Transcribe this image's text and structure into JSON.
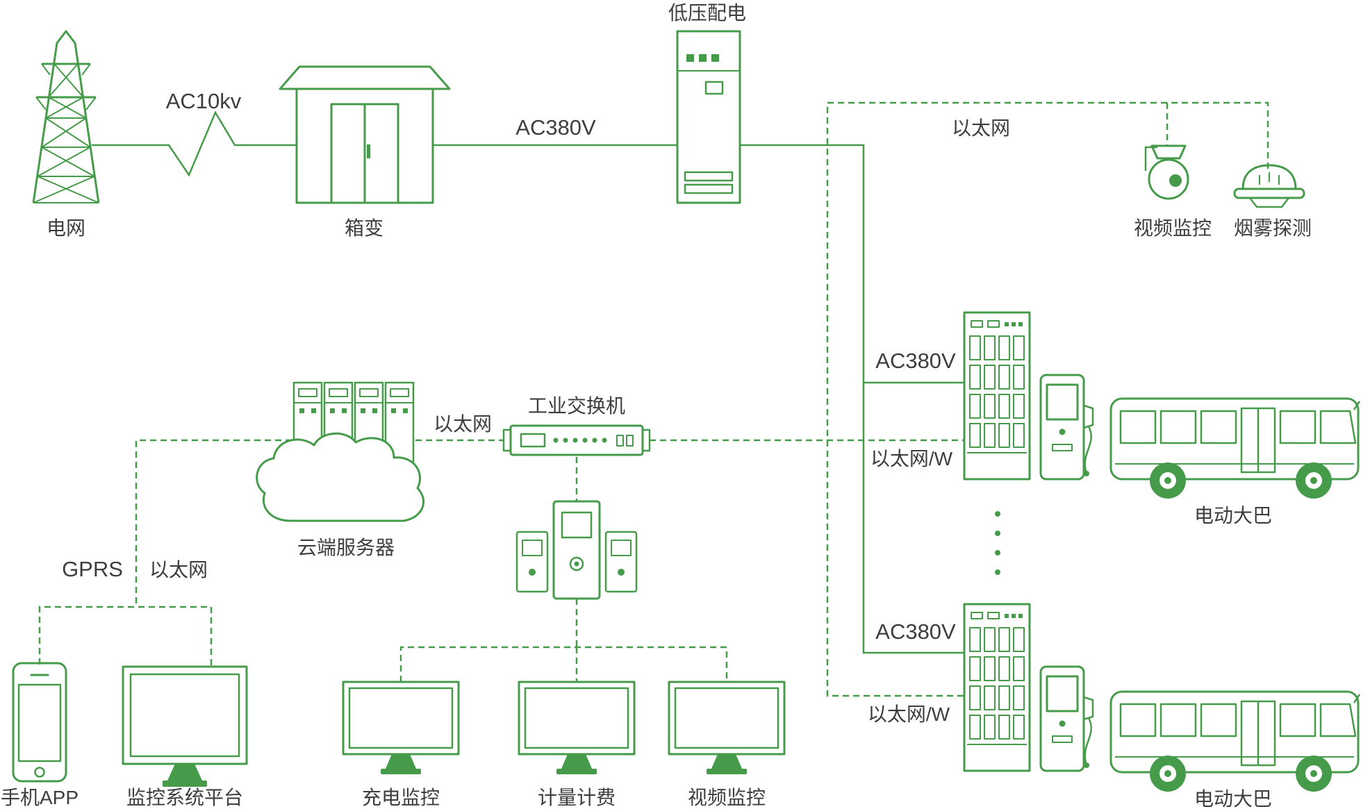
{
  "colors": {
    "line": "#459b49",
    "text": "#3d3d3d",
    "bg": "#ffffff"
  },
  "power_chain": {
    "grid_label": "电网",
    "ac10kv_label": "AC10kv",
    "transformer_label": "箱变",
    "ac380v_label": "AC380V",
    "lv_distribution_label": "低压配电"
  },
  "security": {
    "ethernet_label": "以太网",
    "camera_label": "视频监控",
    "smoke_label": "烟雾探测"
  },
  "charging_group_1": {
    "ac380v_label": "AC380V",
    "ethernet_label": "以太网/W",
    "bus_label": "电动大巴"
  },
  "charging_group_2": {
    "ac380v_label": "AC380V",
    "ethernet_label": "以太网/W",
    "bus_label": "电动大巴"
  },
  "platform": {
    "cloud_label": "云端服务器",
    "ethernet_mid_label": "以太网",
    "switch_label": "工业交换机",
    "gprs_label": "GPRS",
    "ethernet_left_label": "以太网",
    "phone_label": "手机APP",
    "monitor_platform_label": "监控系统平台"
  },
  "workstations": {
    "charging_monitor_label": "充电监控",
    "metering_label": "计量计费",
    "video_monitor_label": "视频监控"
  }
}
